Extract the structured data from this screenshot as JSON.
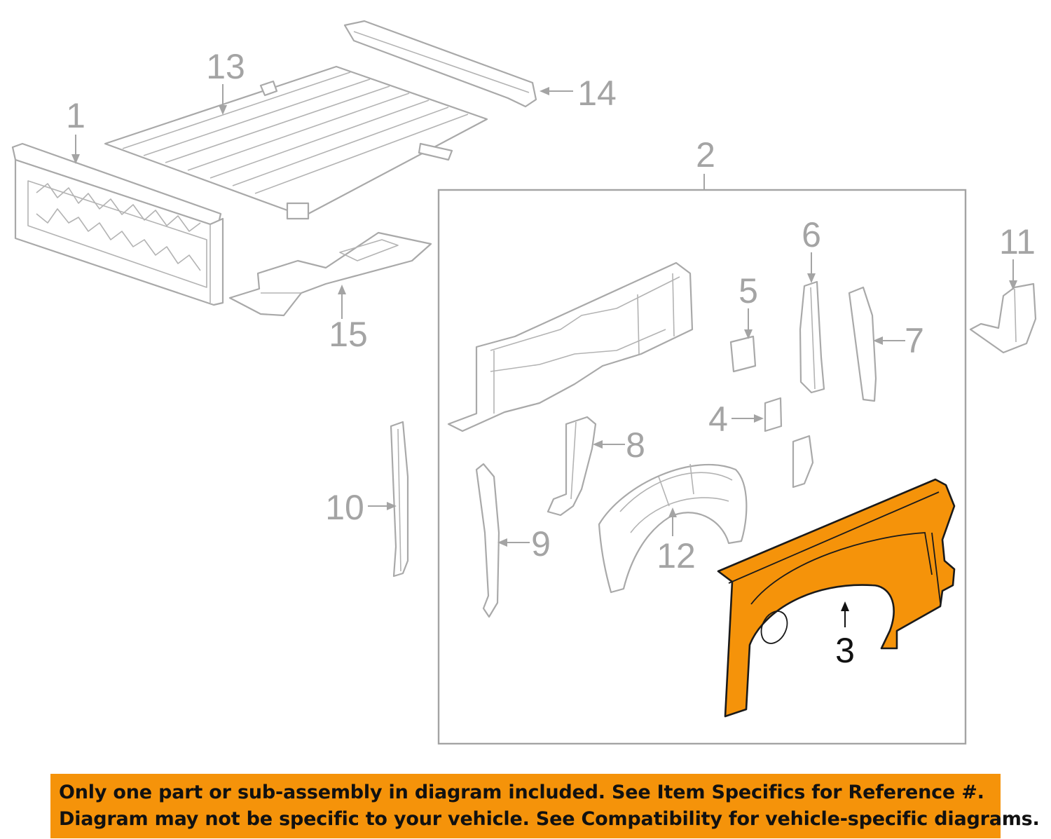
{
  "diagram": {
    "callouts": [
      {
        "id": "1",
        "label": "1"
      },
      {
        "id": "2",
        "label": "2"
      },
      {
        "id": "3",
        "label": "3"
      },
      {
        "id": "4",
        "label": "4"
      },
      {
        "id": "5",
        "label": "5"
      },
      {
        "id": "6",
        "label": "6"
      },
      {
        "id": "7",
        "label": "7"
      },
      {
        "id": "8",
        "label": "8"
      },
      {
        "id": "9",
        "label": "9"
      },
      {
        "id": "10",
        "label": "10"
      },
      {
        "id": "11",
        "label": "11"
      },
      {
        "id": "12",
        "label": "12"
      },
      {
        "id": "13",
        "label": "13"
      },
      {
        "id": "14",
        "label": "14"
      },
      {
        "id": "15",
        "label": "15"
      }
    ],
    "highlighted_part": "3",
    "colors": {
      "highlight": "#f5930a",
      "line_gray": "#a4a4a4",
      "active_text": "#111111"
    }
  },
  "notice": {
    "line1": "Only one part or sub-assembly in diagram included. See Item Specifics for Reference #.",
    "line2": "Diagram may not be specific to your vehicle. See Compatibility for vehicle-specific diagrams."
  }
}
